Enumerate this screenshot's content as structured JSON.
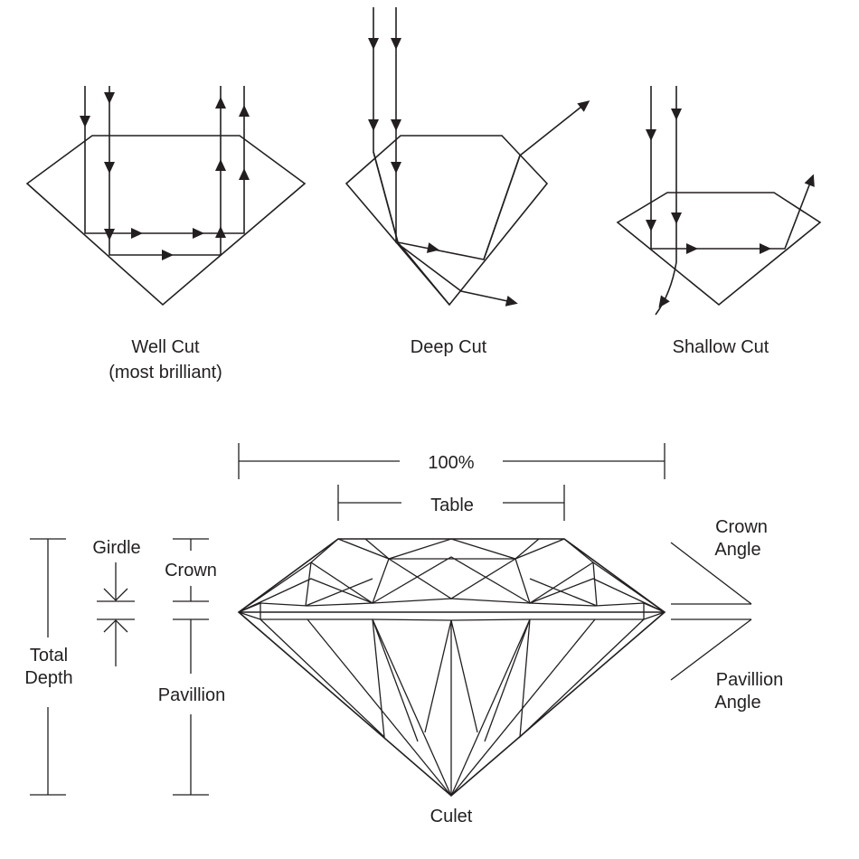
{
  "colors": {
    "ink": "#231f20",
    "background": "#ffffff"
  },
  "cuts": {
    "well": {
      "line1": "Well Cut",
      "line2": "(most brilliant)"
    },
    "deep": {
      "label": "Deep Cut"
    },
    "shallow": {
      "label": "Shallow Cut"
    }
  },
  "proportions": {
    "width_label": "100%",
    "table_label": "Table",
    "girdle_label": "Girdle",
    "crown_label": "Crown",
    "pavillion_label": "Pavillion",
    "total_depth_line1": "Total",
    "total_depth_line2": "Depth",
    "crown_angle_line1": "Crown",
    "crown_angle_line2": "Angle",
    "pavillion_angle_line1": "Pavillion",
    "pavillion_angle_line2": "Angle",
    "culet_label": "Culet"
  }
}
